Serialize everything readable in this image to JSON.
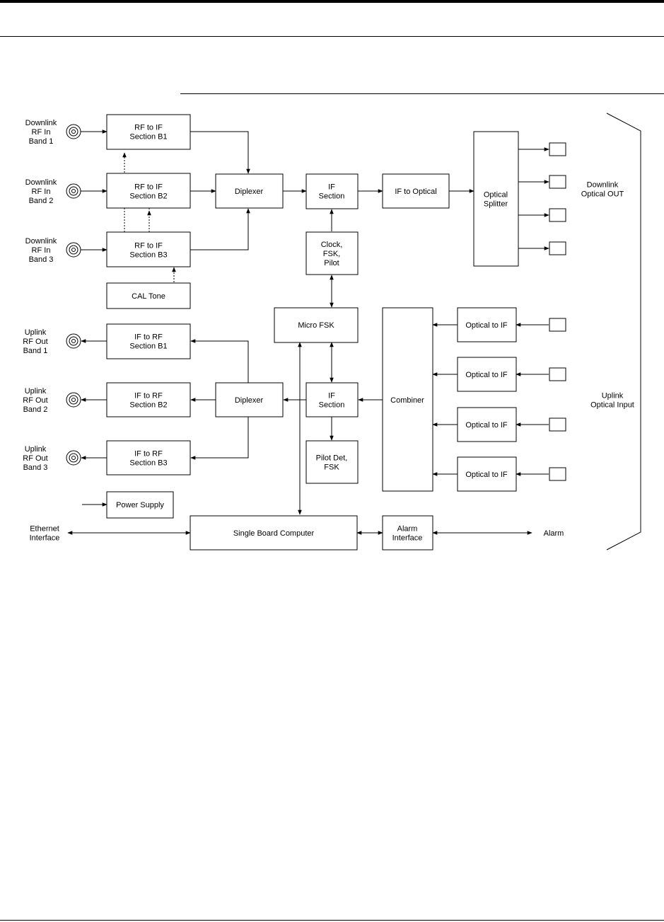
{
  "page": {
    "header_text": "",
    "footer_text": ""
  },
  "diagram": {
    "side_labels": {
      "downlink_rf_in_band1": [
        "Downlink",
        "RF In",
        "Band 1"
      ],
      "downlink_rf_in_band2": [
        "Downlink",
        "RF In",
        "Band 2"
      ],
      "downlink_rf_in_band3": [
        "Downlink",
        "RF In",
        "Band 3"
      ],
      "uplink_rf_out_band1": [
        "Uplink",
        "RF Out",
        "Band 1"
      ],
      "uplink_rf_out_band2": [
        "Uplink",
        "RF Out",
        "Band 2"
      ],
      "uplink_rf_out_band3": [
        "Uplink",
        "RF Out",
        "Band 3"
      ],
      "ethernet_interface": [
        "Ethernet",
        "Interface"
      ],
      "alarm": [
        "Alarm"
      ],
      "downlink_optical_out": [
        "Downlink",
        "Optical OUT"
      ],
      "uplink_optical_input": [
        "Uplink",
        "Optical Input"
      ]
    },
    "blocks": {
      "rf_to_if_b1": [
        "RF to IF",
        "Section B1"
      ],
      "rf_to_if_b2": [
        "RF to IF",
        "Section B2"
      ],
      "rf_to_if_b3": [
        "RF to IF",
        "Section B3"
      ],
      "cal_tone": [
        "CAL Tone"
      ],
      "diplexer_dl": [
        "Diplexer"
      ],
      "if_section_dl": [
        "IF",
        "Section"
      ],
      "if_to_optical": [
        "IF to Optical"
      ],
      "optical_splitter": [
        "Optical",
        "Splitter"
      ],
      "clock_fsk_pilot": [
        "Clock,",
        "FSK,",
        "Pilot"
      ],
      "micro_fsk": [
        "Micro FSK"
      ],
      "combiner": [
        "Combiner"
      ],
      "optical_to_if_1": [
        "Optical to IF"
      ],
      "optical_to_if_2": [
        "Optical to IF"
      ],
      "optical_to_if_3": [
        "Optical to IF"
      ],
      "optical_to_if_4": [
        "Optical to IF"
      ],
      "if_to_rf_b1": [
        "IF to RF",
        "Section B1"
      ],
      "if_to_rf_b2": [
        "IF to RF",
        "Section B2"
      ],
      "if_to_rf_b3": [
        "IF to RF",
        "Section B3"
      ],
      "diplexer_ul": [
        "Diplexer"
      ],
      "if_section_ul": [
        "IF",
        "Section"
      ],
      "pilot_det_fsk": [
        "Pilot Det,",
        "FSK"
      ],
      "power_supply": [
        "Power Supply"
      ],
      "single_board_computer": [
        "Single Board Computer"
      ],
      "alarm_interface": [
        "Alarm",
        "Interface"
      ]
    }
  }
}
